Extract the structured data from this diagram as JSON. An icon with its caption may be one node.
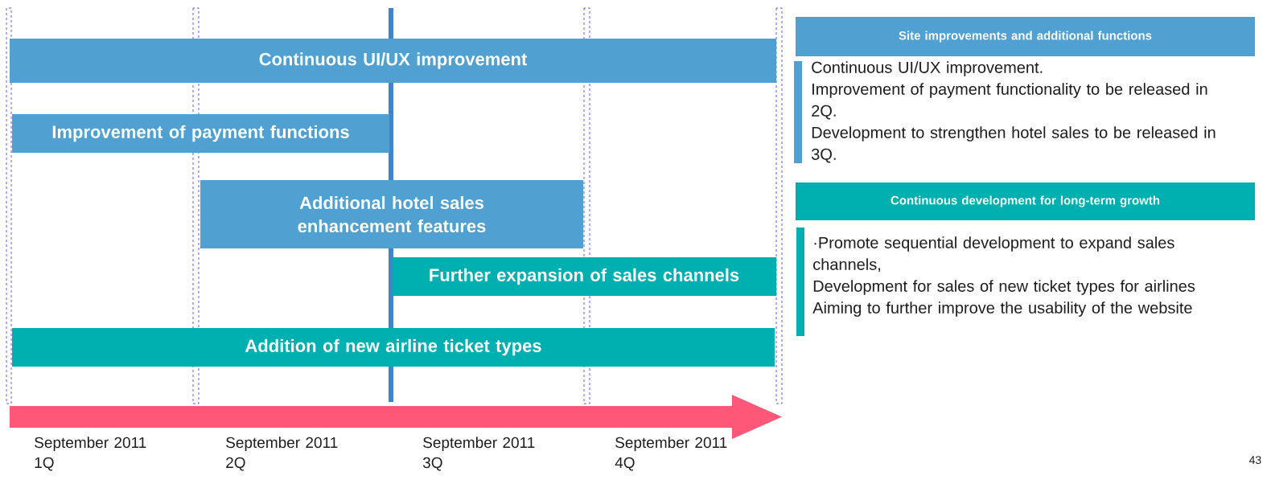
{
  "diagram": {
    "nodes": [
      {
        "text": [
          "Continuous UI/UX improvement"
        ]
      },
      {
        "text": [
          "Improvement of payment functions"
        ]
      },
      {
        "text": [
          "Additional hotel sales enhancement features"
        ]
      },
      {
        "text": [
          "Further expansion of sales channels"
        ]
      },
      {
        "text": [
          "Addition of new airline ticket types"
        ]
      },
      {
        "text": [
          "Site improvements and additional functions"
        ]
      },
      {
        "text": [
          "Continuous development for long-term growth"
        ]
      }
    ],
    "labels": [
      "Continuous UI/UX improvement.",
      "Improvement of payment functionality to be released in 2Q.",
      "Development to strengthen hotel sales to be released in 3Q.",
      "·Promote sequential development to expand sales channels,",
      "Development for sales of new ticket types for airlines",
      "Aiming to further improve the usability of the website",
      "September 2011 1Q",
      "September 2011 2Q",
      "September 2011 3Q",
      "September 2011 4Q",
      "43"
    ]
  }
}
